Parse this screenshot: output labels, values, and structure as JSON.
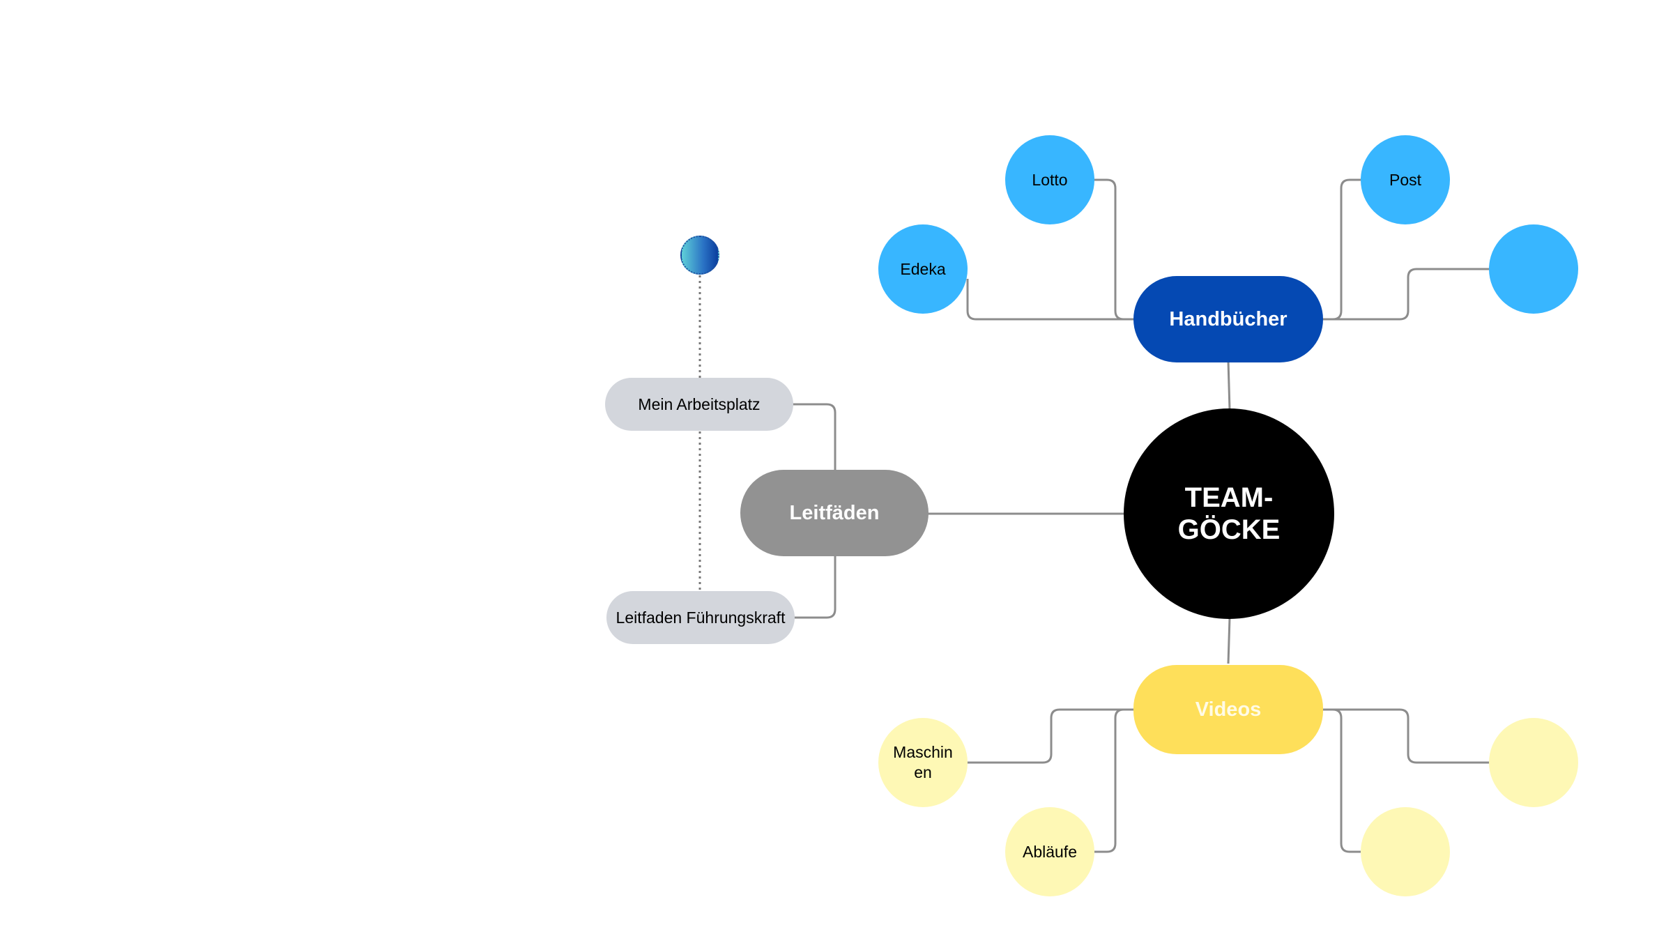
{
  "diagram": {
    "center": {
      "label": "TEAM-\nGÖCKE",
      "color": "#000000"
    },
    "branches": [
      {
        "key": "handbuecher",
        "label": "Handbücher",
        "color": "#0549b3",
        "leaves": [
          {
            "label": "Lotto"
          },
          {
            "label": "Edeka"
          },
          {
            "label": "Post"
          },
          {
            "label": ""
          }
        ]
      },
      {
        "key": "leitfaeden",
        "label": "Leitfäden",
        "color": "#929292",
        "leaves": [
          {
            "label": "Mein Arbeitsplatz"
          },
          {
            "label": "Leitfaden Führungskraft"
          }
        ]
      },
      {
        "key": "videos",
        "label": "Videos",
        "color": "#fedf5a",
        "leaves": [
          {
            "label": "Maschinen"
          },
          {
            "label": "Abläufe"
          },
          {
            "label": ""
          },
          {
            "label": ""
          }
        ]
      }
    ]
  },
  "colors": {
    "blue_leaf": "#38b6ff",
    "yellow_leaf": "#fef8b5",
    "grey_leaf": "#d3d6dc",
    "connector": "#8c8c8c"
  }
}
